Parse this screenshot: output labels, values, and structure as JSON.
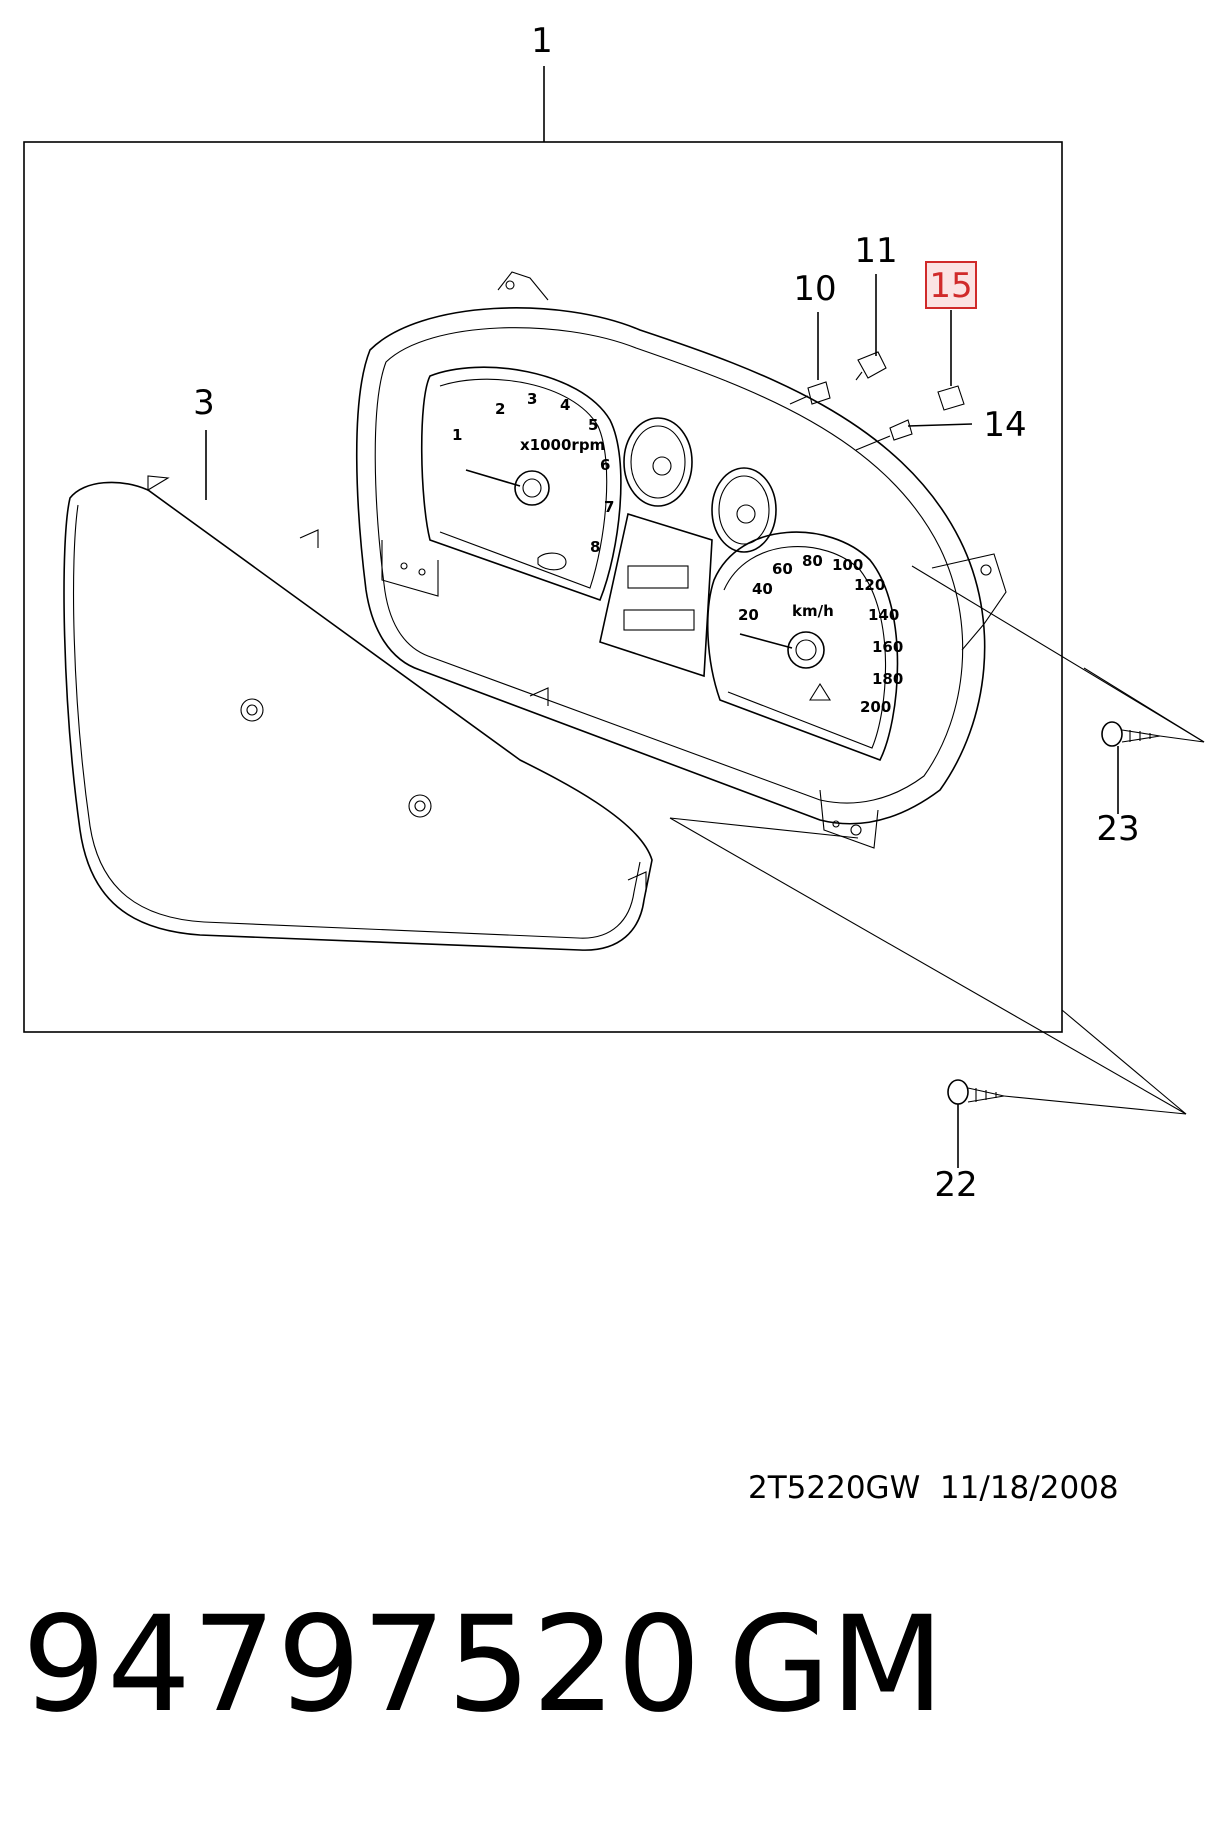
{
  "callouts": {
    "c1": "1",
    "c3": "3",
    "c10": "10",
    "c11": "11",
    "c14": "14",
    "c15": "15",
    "c22": "22",
    "c23": "23"
  },
  "dial_labels": {
    "tacho": [
      "1",
      "2",
      "3",
      "4",
      "5",
      "6",
      "7",
      "8"
    ],
    "tacho_unit": "x1000rpm",
    "speedo": [
      "20",
      "40",
      "60",
      "80",
      "100",
      "120",
      "140",
      "160",
      "180",
      "200"
    ],
    "speedo_unit": "km/h"
  },
  "footer": {
    "reference": "2T5220GW  11/18/2008"
  },
  "part": {
    "number": "94797520",
    "brand": "GM"
  },
  "colors": {
    "highlight_box_stroke": "#d02a2a",
    "highlight_box_fill": "#fbe3e3",
    "line": "#000000"
  }
}
